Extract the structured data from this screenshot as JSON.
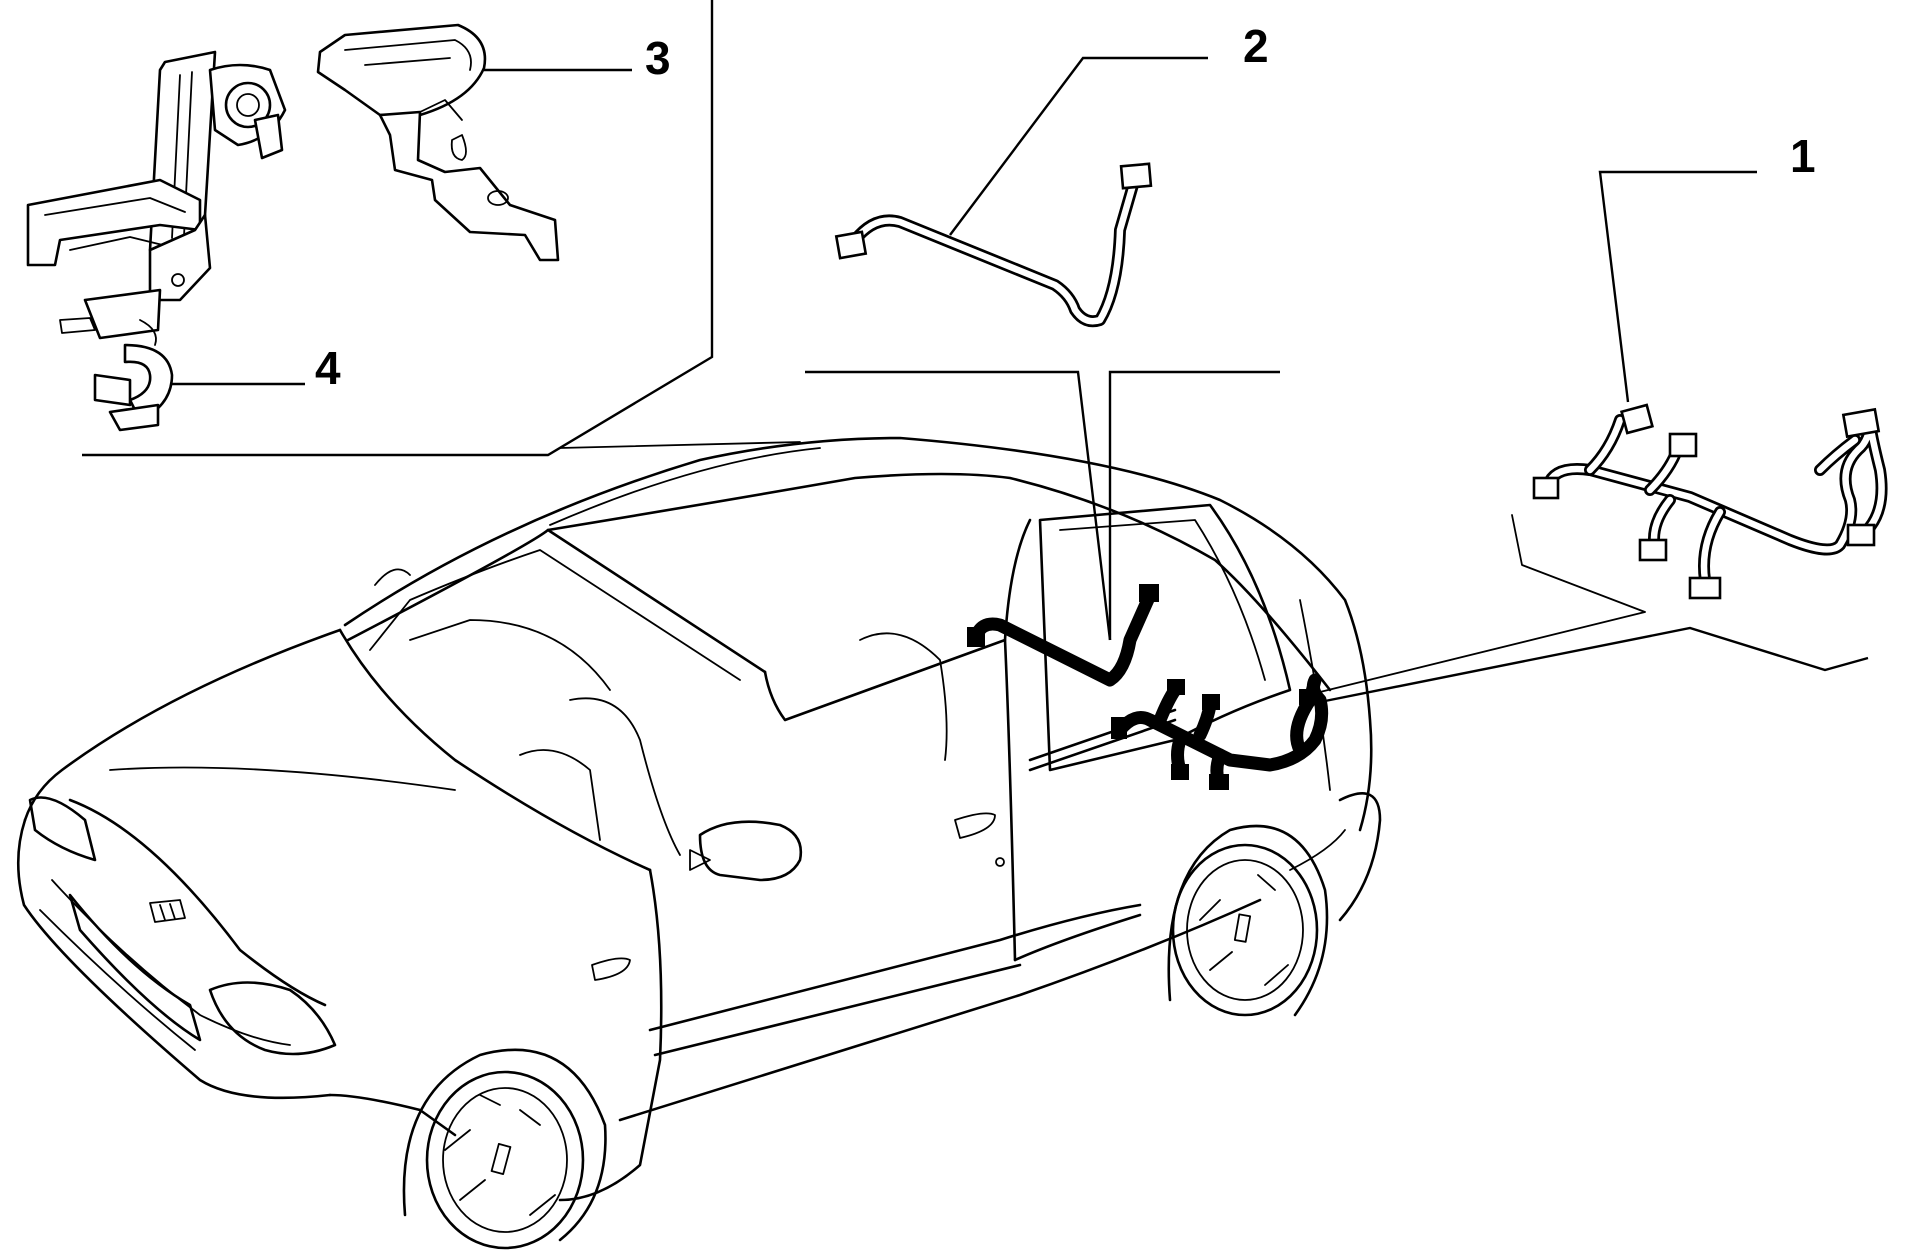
{
  "callouts": [
    {
      "number": "1",
      "part": "harness-1"
    },
    {
      "number": "2",
      "part": "harness-2"
    },
    {
      "number": "3",
      "part": "bracket-3"
    },
    {
      "number": "4",
      "part": "clip-bracket-4"
    }
  ]
}
